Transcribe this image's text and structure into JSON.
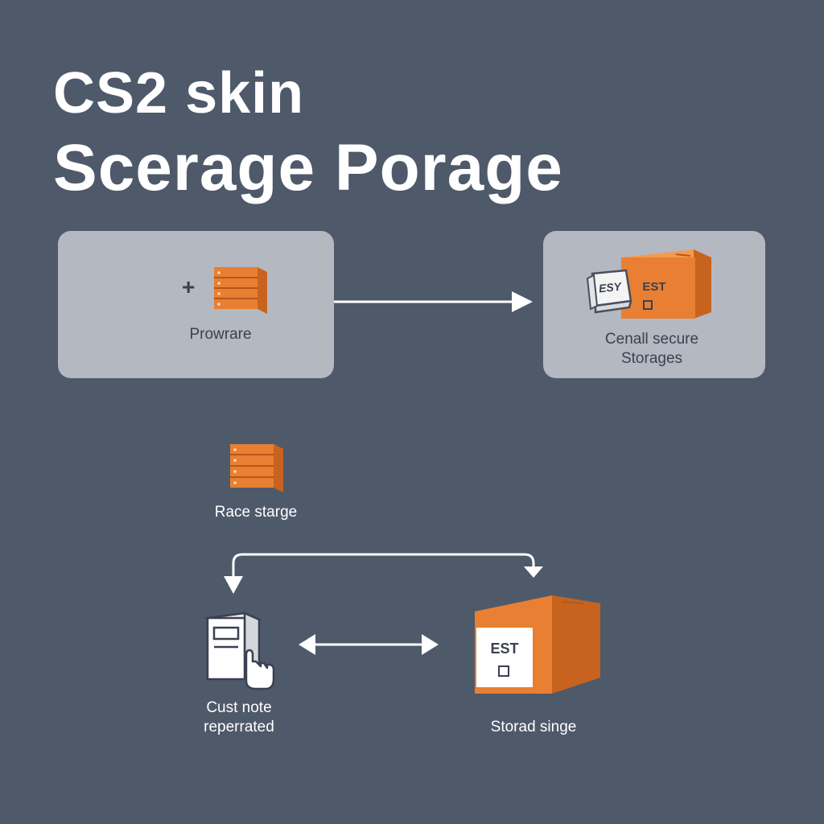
{
  "title": {
    "line1": "CS2 skin",
    "line2": "Scerage Porage"
  },
  "nodes": {
    "prowrare": {
      "label": "Prowrare",
      "icon": "server-rack-icon",
      "prefix": "+"
    },
    "central_storage": {
      "label_line1": "Cenall secure",
      "label_line2": "Storages",
      "icon": "storage-box-icon",
      "card_text": "ESY",
      "box_text": "EST"
    },
    "race_storage": {
      "label": "Race starge",
      "icon": "server-rack-icon"
    },
    "cust_note": {
      "label_line1": "Cust note",
      "label_line2": "reperrated",
      "icon": "computer-tower-hand-icon"
    },
    "storad_singe": {
      "label": "Storad singe",
      "icon": "storage-box-icon",
      "box_text": "EST"
    }
  },
  "colors": {
    "background": "#4e596a",
    "panel": "#b4b8c0",
    "accent": "#e97f32",
    "accent_dark": "#c8631f",
    "text_dark": "#3a4150",
    "arrow": "#ffffff"
  }
}
